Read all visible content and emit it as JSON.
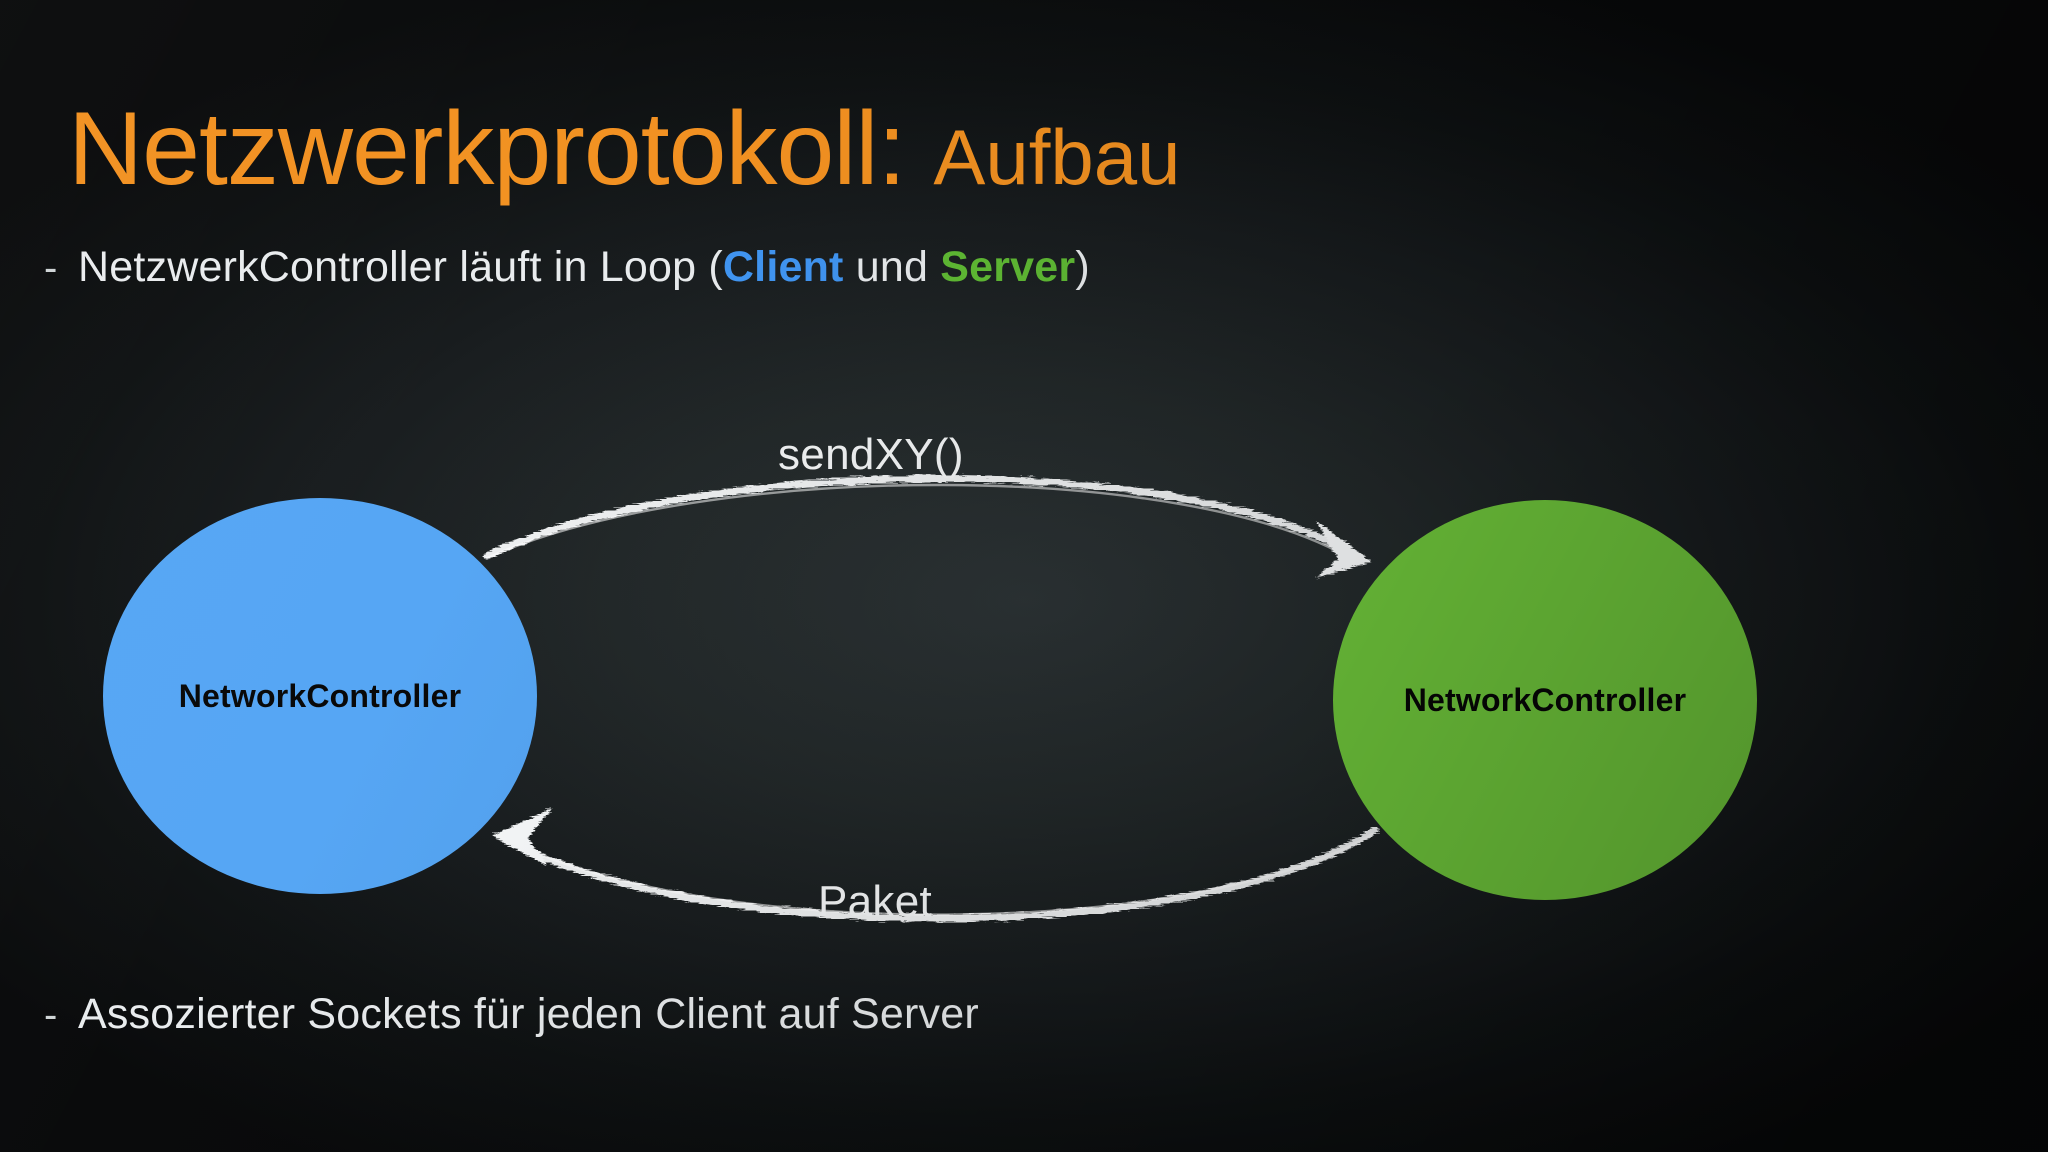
{
  "slide": {
    "title_main": "Netzwerkprotokoll:",
    "title_sub": "Aufbau",
    "title_color": "#f2901f",
    "background_color": "#0b0d0e",
    "text_color": "#e9ecee"
  },
  "bullets": [
    {
      "marker": "-",
      "parts": [
        {
          "text": "NetzwerkController läuft in Loop (",
          "style": "plain"
        },
        {
          "text": "Client",
          "style": "client",
          "color": "#3f95f3"
        },
        {
          "text": " und ",
          "style": "plain"
        },
        {
          "text": "Server",
          "style": "server",
          "color": "#5fbb33"
        },
        {
          "text": ")",
          "style": "plain"
        }
      ],
      "plain_text": "NetzwerkController läuft in Loop (Client und Server)"
    },
    {
      "marker": "-",
      "parts": [
        {
          "text": "Assozierter Sockets für jeden Client auf Server",
          "style": "plain"
        }
      ],
      "plain_text": "Assozierter Sockets für jeden Client auf Server"
    }
  ],
  "diagram": {
    "nodes": [
      {
        "id": "client-node",
        "label": "NetworkController",
        "fill": "#54a5f4",
        "role": "Client"
      },
      {
        "id": "server-node",
        "label": "NetworkController",
        "fill": "#6dc33a",
        "role": "Server"
      }
    ],
    "edges": [
      {
        "id": "edge-send",
        "label": "sendXY()",
        "from": "client-node",
        "to": "server-node",
        "direction": "right",
        "style": "chalk-curve"
      },
      {
        "id": "edge-paket",
        "label": "Paket",
        "from": "server-node",
        "to": "client-node",
        "direction": "left",
        "style": "chalk-curve"
      }
    ],
    "edge_stroke_color": "#f5f7f8"
  }
}
